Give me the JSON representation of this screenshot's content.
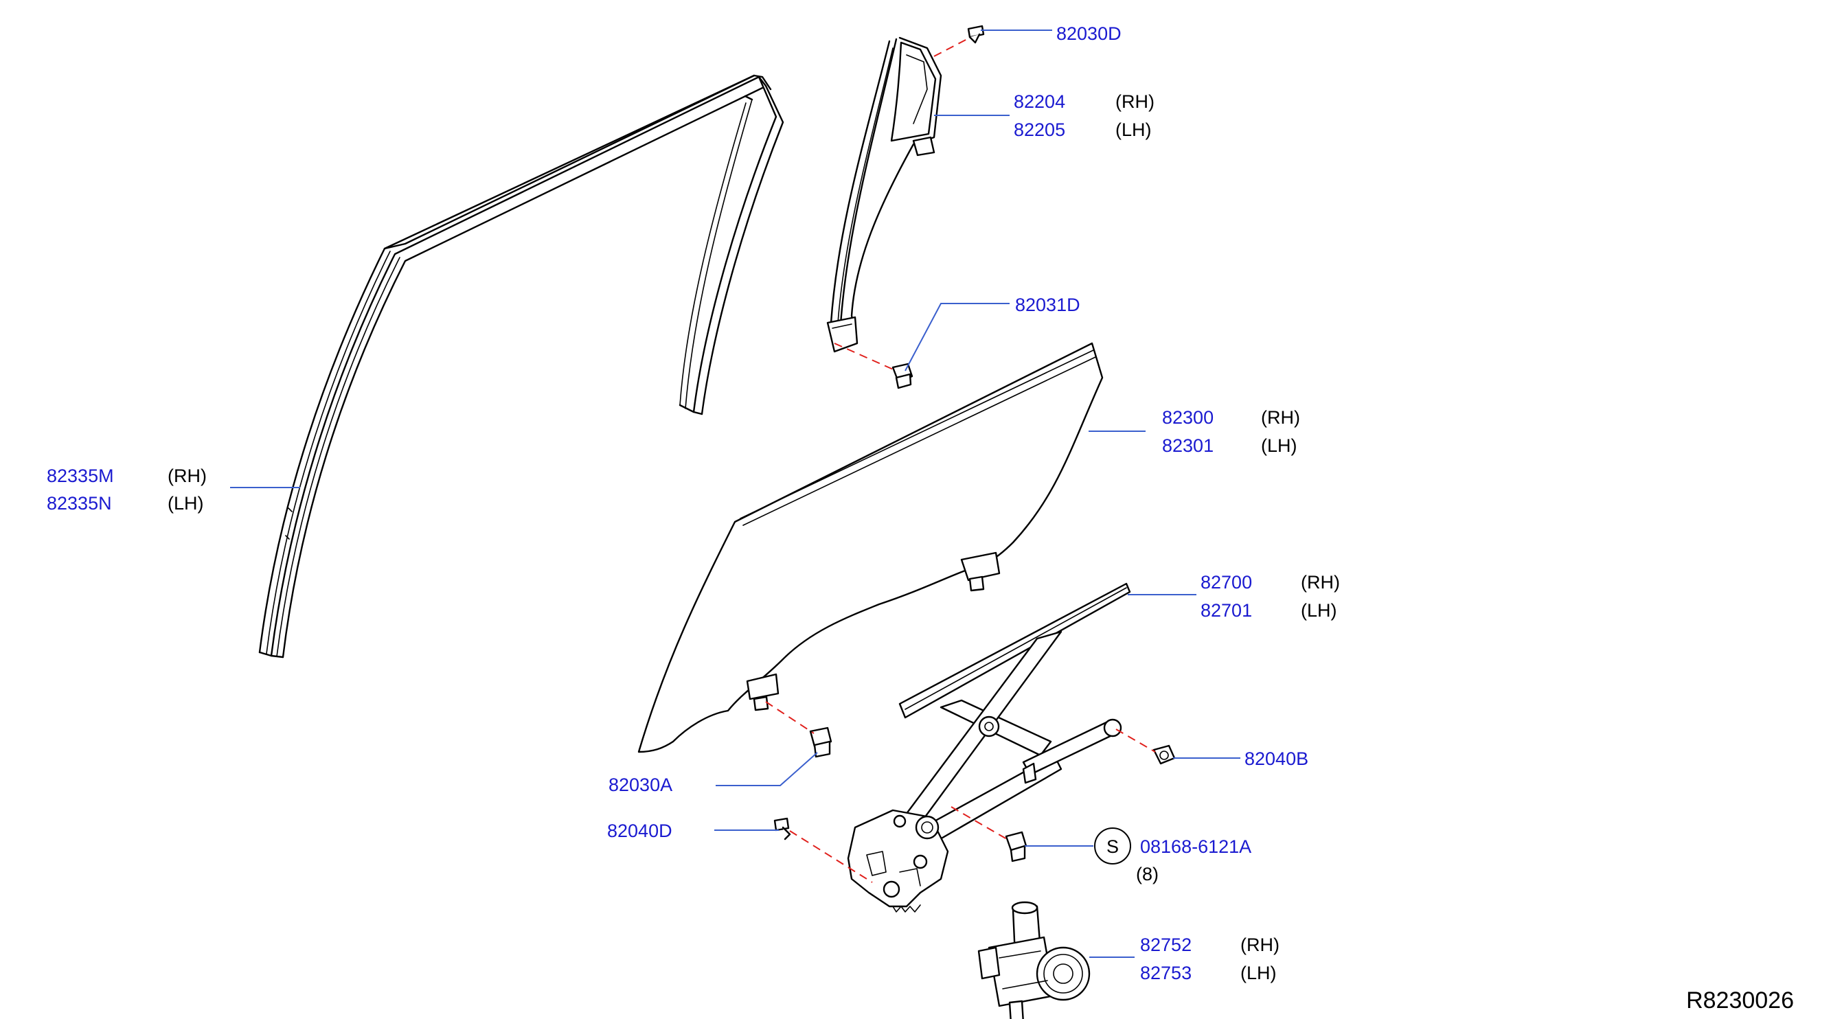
{
  "diagram_id": "R8230026",
  "colors": {
    "part_number": "#1a1ad0",
    "leader_line": "#3a5fcd",
    "fastener_dash": "#e0201c",
    "outline": "#000000"
  },
  "callouts": {
    "c82030D": {
      "number": "82030D"
    },
    "c82204": {
      "number": "82204",
      "side": "(RH)"
    },
    "c82205": {
      "number": "82205",
      "side": "(LH)"
    },
    "c82031D": {
      "number": "82031D"
    },
    "c82300": {
      "number": "82300",
      "side": "(RH)"
    },
    "c82301": {
      "number": "82301",
      "side": "(LH)"
    },
    "c82335M": {
      "number": "82335M",
      "side": "(RH)"
    },
    "c82335N": {
      "number": "82335N",
      "side": "(LH)"
    },
    "c82700": {
      "number": "82700",
      "side": "(RH)"
    },
    "c82701": {
      "number": "82701",
      "side": "(LH)"
    },
    "c82040B": {
      "number": "82040B"
    },
    "c82030A": {
      "number": "82030A"
    },
    "c82040D": {
      "number": "82040D"
    },
    "c08168": {
      "number": "08168-6121A",
      "symbol": "S",
      "qty": "(8)"
    },
    "c82752": {
      "number": "82752",
      "side": "(RH)"
    },
    "c82753": {
      "number": "82753",
      "side": "(LH)"
    }
  }
}
